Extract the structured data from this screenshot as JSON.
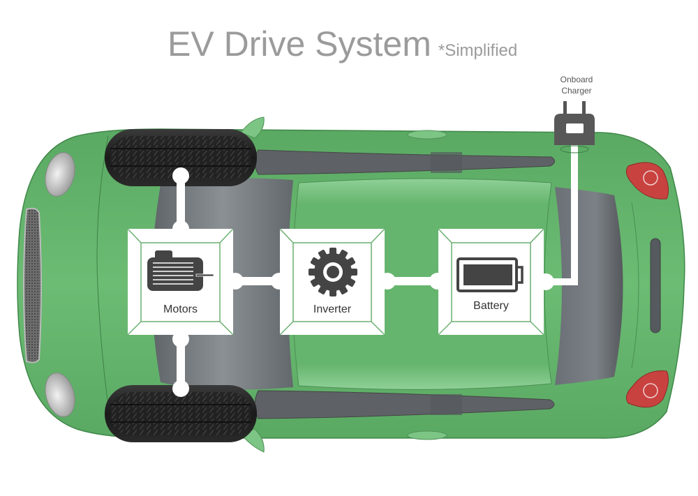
{
  "title": {
    "main": "EV Drive System",
    "subtitle": "*Simplified"
  },
  "components": [
    {
      "id": "motors",
      "label": "Motors",
      "icon": "motor-icon"
    },
    {
      "id": "inverter",
      "label": "Inverter",
      "icon": "gear-icon"
    },
    {
      "id": "battery",
      "label": "Battery",
      "icon": "battery-icon"
    }
  ],
  "charger": {
    "label_line1": "Onboard",
    "label_line2": "Charger",
    "icon": "plug-icon"
  },
  "connections": [
    {
      "from": "motors",
      "to": "front-left-wheel"
    },
    {
      "from": "motors",
      "to": "front-right-wheel"
    },
    {
      "from": "motors",
      "to": "inverter"
    },
    {
      "from": "inverter",
      "to": "battery"
    },
    {
      "from": "battery",
      "to": "onboard-charger"
    }
  ],
  "colors": {
    "car_body": "#66b56e",
    "car_body_dark": "#4f9a58",
    "glass": "#6d7378",
    "icon": "#444444",
    "title": "#9b9b9b",
    "connector": "#ffffff",
    "box_bevel_line": "#6aaf70",
    "tail_light": "#c83a3a"
  }
}
